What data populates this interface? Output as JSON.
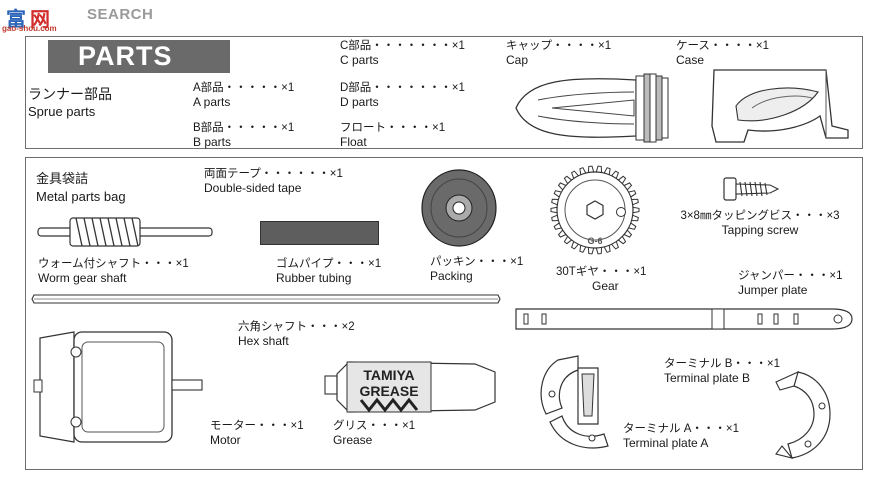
{
  "watermark": {
    "logo_cn": "富",
    "logo_cn2": "网",
    "brand": "SEARCH",
    "url": "gao-shou.com"
  },
  "header": {
    "title": "PARTS"
  },
  "sprue": {
    "jp": "ランナー部品",
    "en": "Sprue parts"
  },
  "a_parts": {
    "jp": "A部品・・・・・×1",
    "en": "A parts"
  },
  "b_parts": {
    "jp": "B部品・・・・・×1",
    "en": "B parts"
  },
  "c_parts": {
    "jp": "C部品・・・・・・・×1",
    "en": "C parts"
  },
  "d_parts": {
    "jp": "D部品・・・・・・・×1",
    "en": "D parts"
  },
  "float": {
    "jp": "フロート・・・・×1",
    "en": "Float"
  },
  "cap": {
    "jp": "キャップ・・・・×1",
    "en": "Cap"
  },
  "case": {
    "jp": "ケース・・・・×1",
    "en": "Case"
  },
  "metal_bag": {
    "jp": "金具袋詰",
    "en": "Metal parts bag"
  },
  "tape": {
    "jp": "両面テープ・・・・・・×1",
    "en": "Double-sided tape"
  },
  "worm": {
    "jp": "ウォーム付シャフト・・・×1",
    "en": "Worm gear shaft"
  },
  "rubber": {
    "jp": "ゴムパイプ・・・×1",
    "en": "Rubber tubing"
  },
  "packing": {
    "jp": "パッキン・・・×1",
    "en": "Packing"
  },
  "gear": {
    "jp": "30Tギヤ・・・×1",
    "en": "Gear",
    "label": "G-6"
  },
  "screw": {
    "jp": "3×8㎜タッピングビス・・・×3",
    "en": "Tapping screw"
  },
  "jumper": {
    "jp": "ジャンパー・・・×1",
    "en": "Jumper plate"
  },
  "hex": {
    "jp": "六角シャフト・・・×2",
    "en": "Hex shaft"
  },
  "motor": {
    "jp": "モーター・・・×1",
    "en": "Motor"
  },
  "grease": {
    "jp": "グリス・・・×1",
    "en": "Grease",
    "brand1": "TAMIYA",
    "brand2": "GREASE"
  },
  "terminal_b": {
    "jp": "ターミナル B・・・×1",
    "en": "Terminal plate B"
  },
  "terminal_a": {
    "jp": "ターミナル A・・・×1",
    "en": "Terminal plate A"
  }
}
